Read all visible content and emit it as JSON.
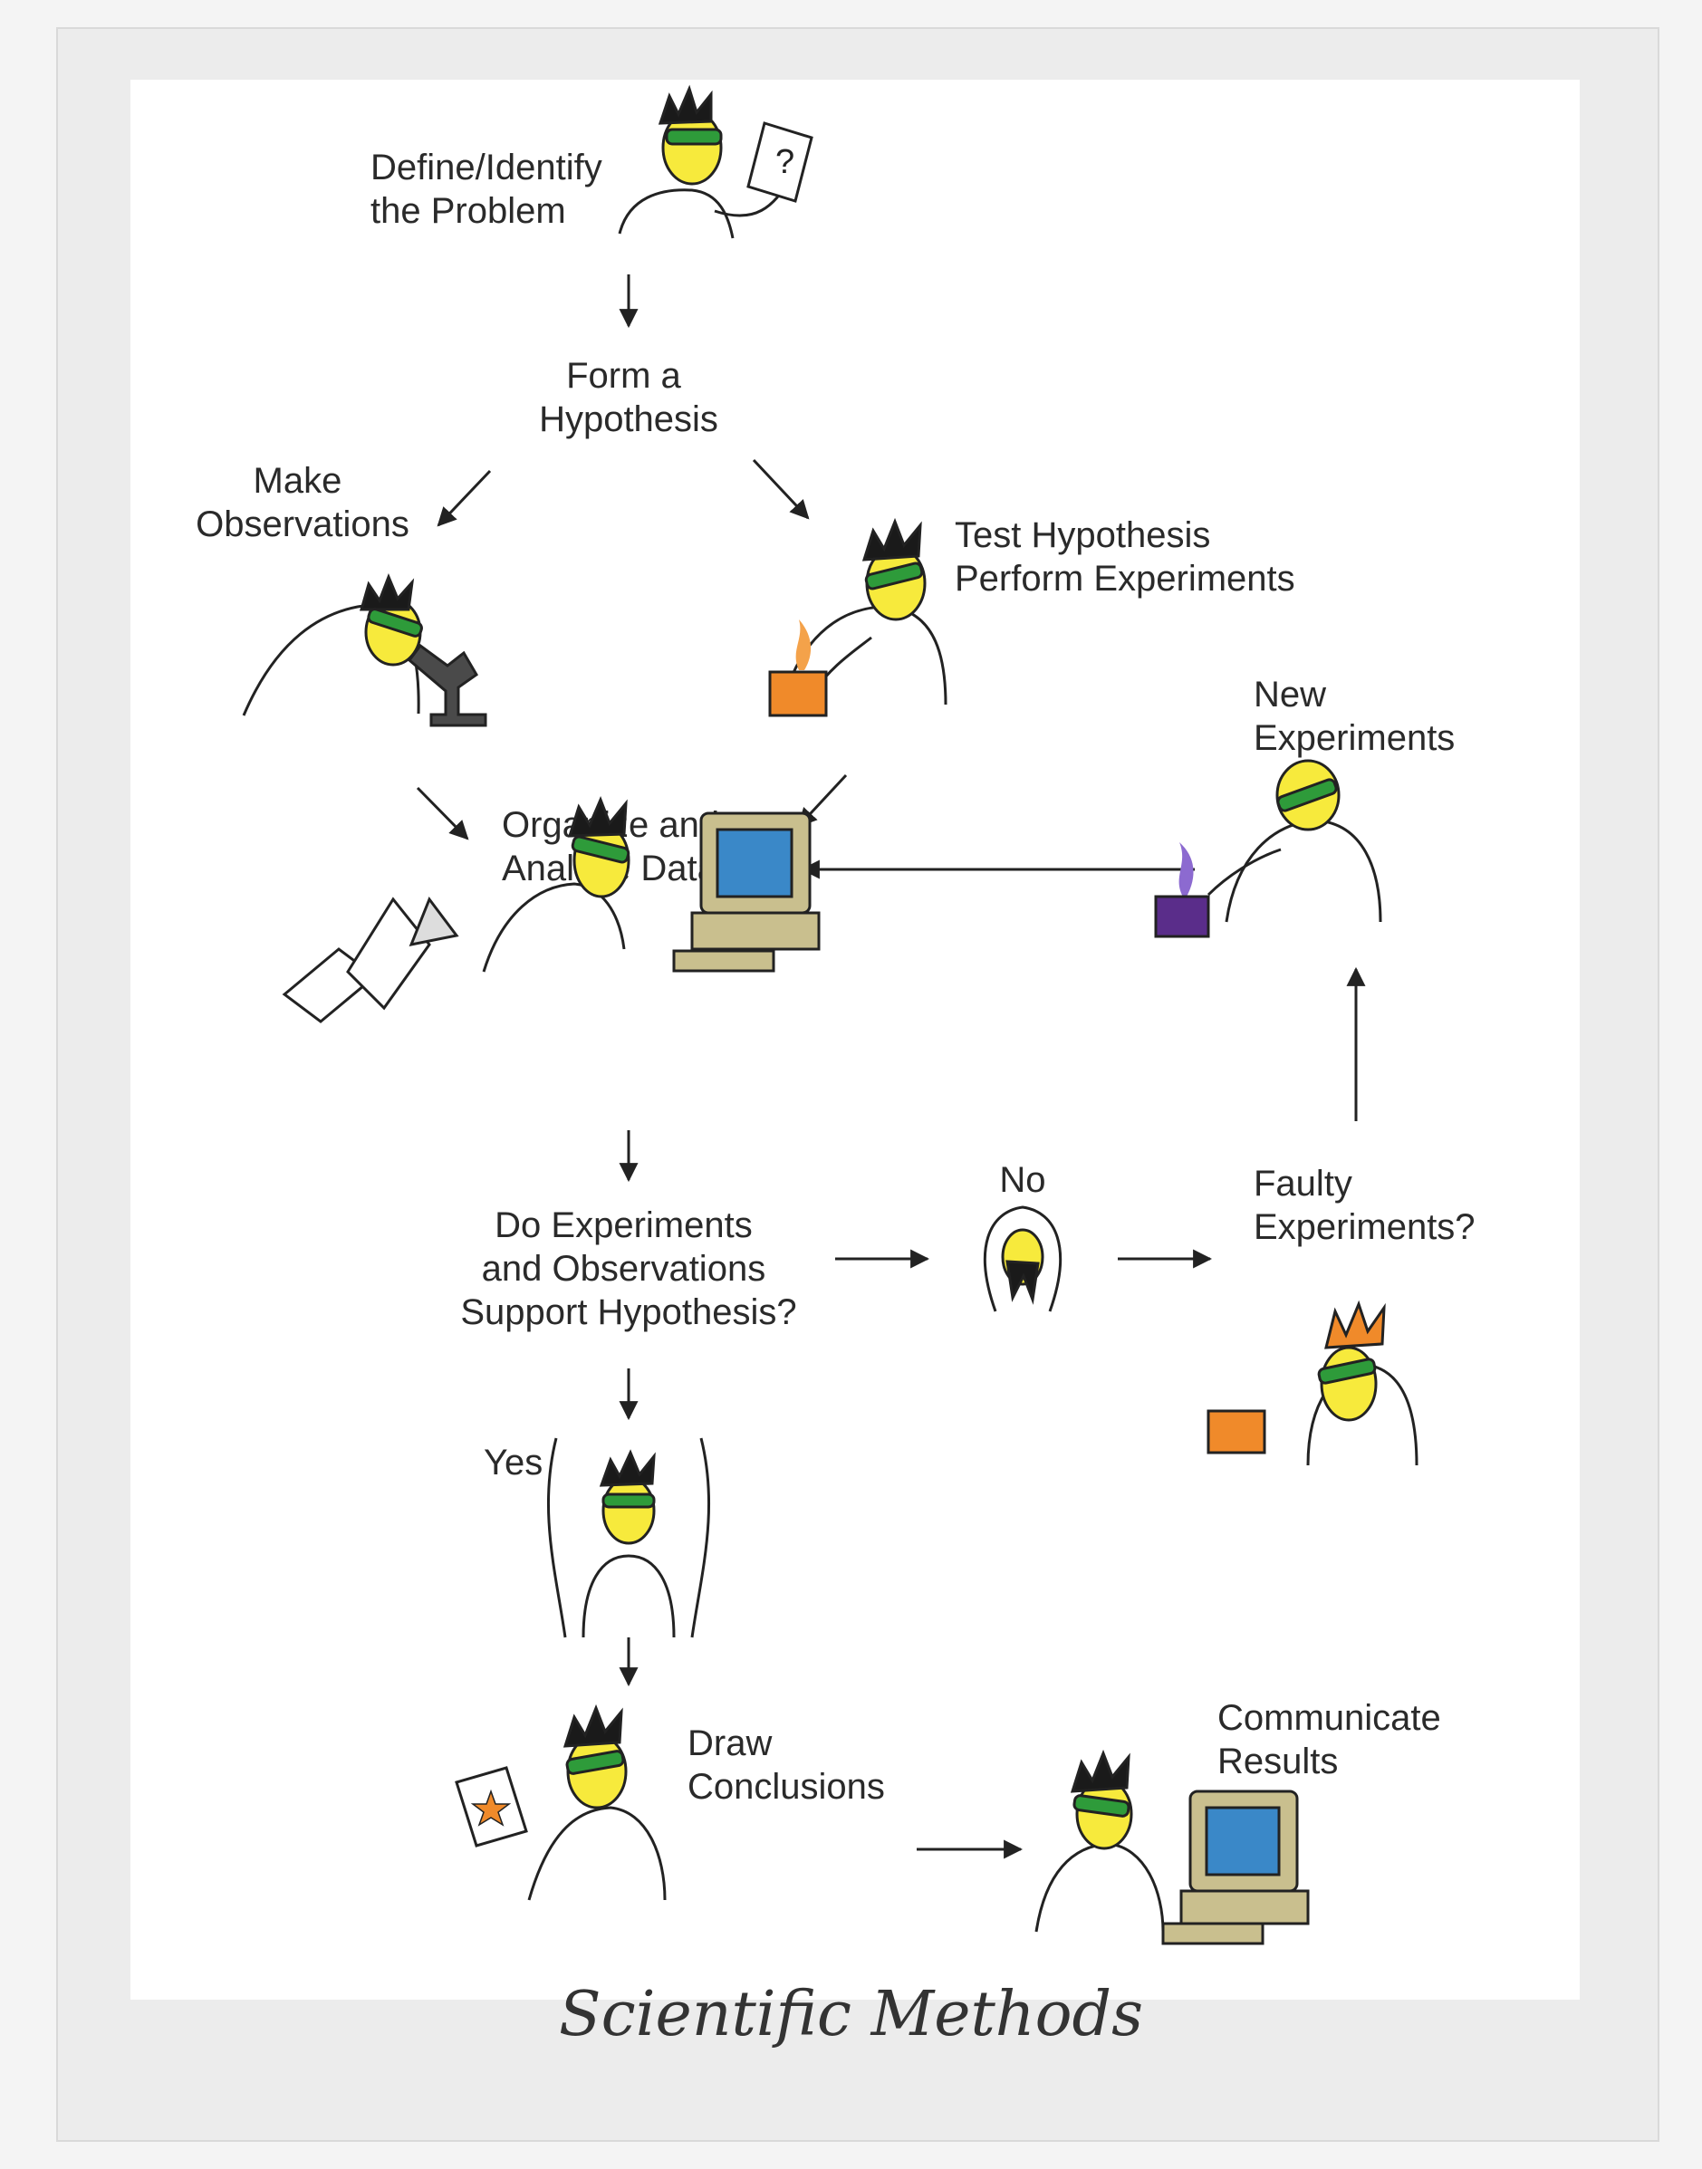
{
  "diagram": {
    "caption": "Scientific Methods",
    "steps": {
      "define": [
        "Define/Identify",
        "the Problem"
      ],
      "hypothesis": [
        "Form a",
        "Hypothesis"
      ],
      "observe": [
        "Make",
        "Observations"
      ],
      "test": [
        "Test Hypothesis",
        "Perform Experiments"
      ],
      "organize": [
        "Organize and",
        "Analyze Data"
      ],
      "new_experiments": [
        "New",
        "Experiments"
      ],
      "support": [
        "Do Experiments",
        "and Observations",
        "Support Hypothesis?"
      ],
      "no": "No",
      "faulty": [
        "Faulty",
        "Experiments?"
      ],
      "yes": "Yes",
      "conclude": [
        "Draw",
        "Conclusions"
      ],
      "communicate": [
        "Communicate",
        "Results"
      ]
    }
  },
  "colors": {
    "skin": "#f7ea3c",
    "goggles": "#2e9b3a",
    "hair": "#1a1a1a",
    "beaker_orange": "#f08a2a",
    "beaker_purple": "#5a2d8a",
    "flame_orange": "#f4a24a",
    "flame_purple": "#8c6ad0",
    "computer": "#c9bf8e",
    "screen_blue": "#3a88c8",
    "line": "#222222"
  }
}
